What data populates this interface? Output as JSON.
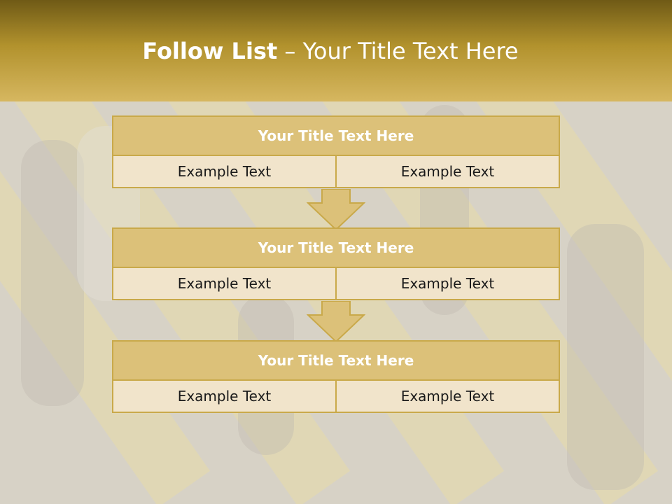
{
  "slide": {
    "title_bold": "Follow List",
    "title_rest": " – Your Title Text Here"
  },
  "steps": [
    {
      "title": "Your Title Text Here",
      "left": "Example Text",
      "right": "Example Text"
    },
    {
      "title": "Your Title Text Here",
      "left": "Example Text",
      "right": "Example Text"
    },
    {
      "title": "Your Title Text Here",
      "left": "Example Text",
      "right": "Example Text"
    }
  ],
  "colors": {
    "header": "#b2922d",
    "box_head": "#dcc179",
    "box_body": "#f1e4cb",
    "border": "#c9a94a"
  }
}
